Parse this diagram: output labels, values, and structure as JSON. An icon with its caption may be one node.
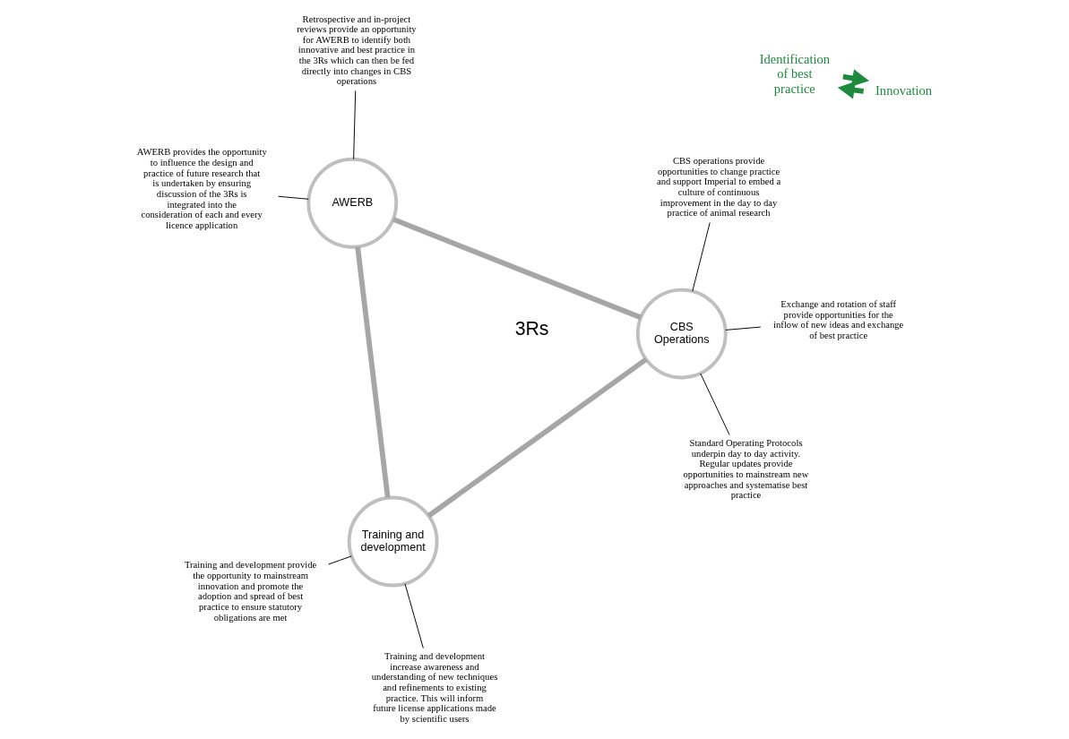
{
  "diagram": {
    "nodes": [
      {
        "text": [
          "AWERB"
        ]
      },
      {
        "text": [
          "CBS Operations"
        ]
      },
      {
        "text": [
          "Training and development"
        ]
      },
      {
        "text": [
          "Identification of best practice"
        ]
      },
      {
        "text": [
          "3Rs"
        ]
      },
      {
        "text": [
          "Innovation"
        ]
      },
      {
        "text": [
          "AWERB provides the opportunity to influence the design and practice of future research that is undertaken by ensuring discussion of the 3Rs is integrated into the consideration of each and every licence application"
        ]
      },
      {
        "text": [
          "Retrospective and in-project reviews provide an opportunity for AWERB to identify both innovative and best practice in the 3Rs which can then be fed directly into changes in CBS operations"
        ]
      },
      {
        "text": [
          "CBS operations provide opportunities to change practice and support Imperial to embed a culture of continuous improvement in the day to day practice of animal research"
        ]
      },
      {
        "text": [
          "Standard Operating Protocols underpin day to day activity. Regular updates provide opportunities to mainstream new approaches and systematise best practice"
        ]
      },
      {
        "text": [
          "Exchange and rotation of staff provide opportunities for the inflow of new ideas and exchange of best practice"
        ]
      },
      {
        "text": [
          "Training and development provide the opportunity to mainstream innovation and promote the adoption and spread of best practice to ensure statutory obligations are met"
        ]
      },
      {
        "text": [
          "Training and development increase awareness and understanding of new techniques and refinements to existing practice. This will inform future license applications made by scientific users"
        ]
      }
    ],
    "edges": [
      {
        "from": 0,
        "to": 1,
        "arrow": "none",
        "style": "thick",
        "color": "#a6a6a6"
      },
      {
        "from": 1,
        "to": 2,
        "arrow": "none",
        "style": "thick",
        "color": "#a6a6a6"
      },
      {
        "from": 2,
        "to": 0,
        "arrow": "none",
        "style": "thick",
        "color": "#a6a6a6"
      },
      {
        "from": 3,
        "to": 5,
        "arrow": "to",
        "style": "thick",
        "color": "#1e8a3e"
      },
      {
        "from": 5,
        "to": 3,
        "arrow": "to",
        "style": "thick",
        "color": "#1e8a3e"
      },
      {
        "from": 6,
        "to": 0,
        "arrow": "none"
      },
      {
        "from": 7,
        "to": 0,
        "arrow": "none"
      },
      {
        "from": 8,
        "to": 1,
        "arrow": "none"
      },
      {
        "from": 9,
        "to": 1,
        "arrow": "none"
      },
      {
        "from": 10,
        "to": 1,
        "arrow": "none"
      },
      {
        "from": 11,
        "to": 2,
        "arrow": "none"
      },
      {
        "from": 12,
        "to": 2,
        "arrow": "none"
      }
    ]
  }
}
